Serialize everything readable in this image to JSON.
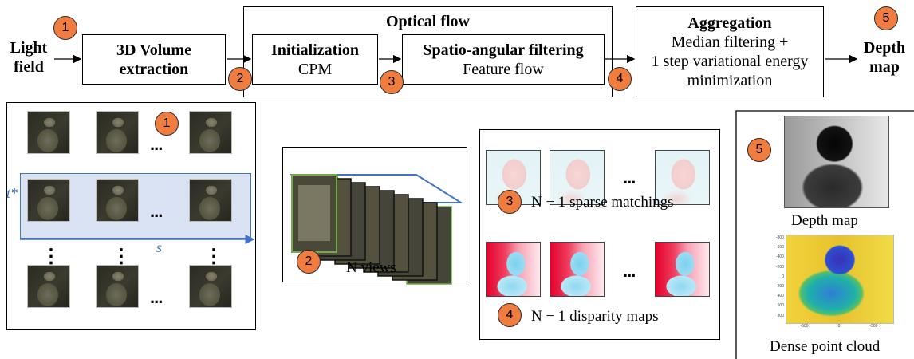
{
  "pipeline": {
    "light_field": [
      "Light",
      "field"
    ],
    "volume_extraction": [
      "3D Volume",
      "extraction"
    ],
    "optical_flow": "Optical flow",
    "initialization": "Initialization",
    "cpm": "CPM",
    "spatio_angular": "Spatio-angular filtering",
    "feature_flow": "Feature flow",
    "aggregation": "Aggregation",
    "aggregation_lines": [
      "Median filtering +",
      "1 step variational energy",
      "minimization"
    ],
    "depth_map": [
      "Depth",
      "map"
    ]
  },
  "badges": {
    "b1": "1",
    "b2": "2",
    "b3": "3",
    "b4": "4",
    "b5": "5"
  },
  "panel1": {
    "t_label": "t*",
    "s_label": "s",
    "ellipsis": "...",
    "vellipsis": "⋮"
  },
  "panel2": {
    "views_label": "N views"
  },
  "panel3": {
    "sparse_label": "N − 1 sparse matchings",
    "disparity_label": "N − 1 disparity maps",
    "ellipsis": "..."
  },
  "panel5": {
    "depth_map_label": "Depth map",
    "point_cloud_label": "Dense point cloud"
  },
  "plot": {
    "y_ticks": [
      "-800",
      "-600",
      "-400",
      "-200",
      "0",
      "200",
      "400",
      "600",
      "800"
    ],
    "x_ticks": [
      "-500",
      "0",
      "-500"
    ]
  },
  "colors": {
    "badge": "#f07c3f",
    "axis_blue": "#4472c4",
    "band": "#dae3f3"
  }
}
